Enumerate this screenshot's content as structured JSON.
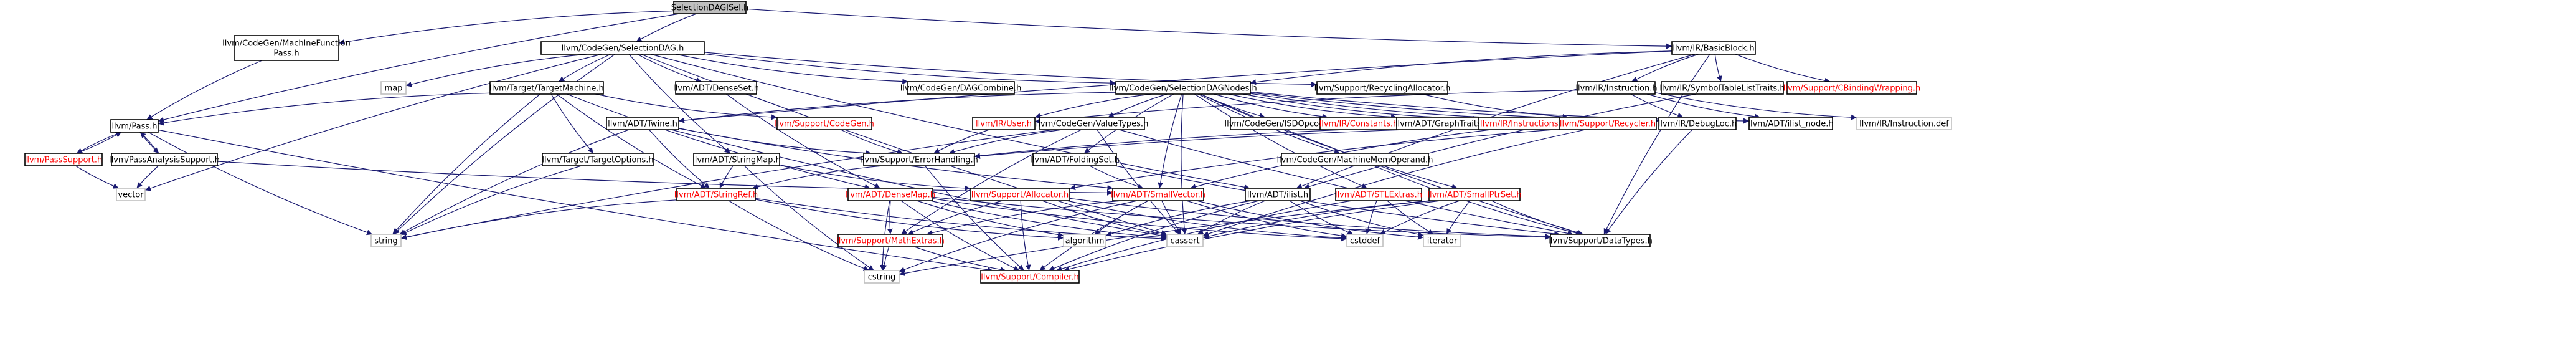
{
  "graph": {
    "arrow_color": "#191970",
    "nodes": [
      {
        "id": "root",
        "label": "SelectionDAGISel.h",
        "style": "root"
      },
      {
        "id": "mfp",
        "label": "llvm/CodeGen/MachineFunction\nPass.h",
        "style": "normal"
      },
      {
        "id": "sdag",
        "label": "llvm/CodeGen/SelectionDAG.h",
        "style": "normal"
      },
      {
        "id": "bb",
        "label": "llvm/IR/BasicBlock.h",
        "style": "normal"
      },
      {
        "id": "map",
        "label": "map",
        "style": "plain"
      },
      {
        "id": "tm",
        "label": "llvm/Target/TargetMachine.h",
        "style": "normal"
      },
      {
        "id": "dset",
        "label": "llvm/ADT/DenseSet.h",
        "style": "normal"
      },
      {
        "id": "dagc",
        "label": "llvm/CodeGen/DAGCombine.h",
        "style": "normal"
      },
      {
        "id": "sdn",
        "label": "llvm/CodeGen/SelectionDAGNodes.h",
        "style": "normal"
      },
      {
        "id": "ralloc",
        "label": "llvm/Support/RecyclingAllocator.h",
        "style": "normal"
      },
      {
        "id": "inst",
        "label": "llvm/IR/Instruction.h",
        "style": "normal"
      },
      {
        "id": "symw",
        "label": "llvm/IR/SymbolTableListTraits.h",
        "style": "normal"
      },
      {
        "id": "cbind",
        "label": "llvm/Support/CBindingWrapping.h",
        "style": "red"
      },
      {
        "id": "pass",
        "label": "llvm/Pass.h",
        "style": "normal"
      },
      {
        "id": "twine",
        "label": "llvm/ADT/Twine.h",
        "style": "normal"
      },
      {
        "id": "cgen",
        "label": "llvm/Support/CodeGen.h",
        "style": "red"
      },
      {
        "id": "user",
        "label": "llvm/IR/User.h",
        "style": "red"
      },
      {
        "id": "vt",
        "label": "llvm/CodeGen/ValueTypes.h",
        "style": "normal"
      },
      {
        "id": "isd",
        "label": "llvm/CodeGen/ISDOpcodes.h",
        "style": "normal"
      },
      {
        "id": "consts",
        "label": "llvm/IR/Constants.h",
        "style": "red"
      },
      {
        "id": "gtraits",
        "label": "llvm/ADT/GraphTraits.h",
        "style": "normal"
      },
      {
        "id": "instrs",
        "label": "llvm/IR/Instructions.h",
        "style": "red"
      },
      {
        "id": "recyc",
        "label": "llvm/Support/Recycler.h",
        "style": "red"
      },
      {
        "id": "dloc",
        "label": "llvm/IR/DebugLoc.h",
        "style": "normal"
      },
      {
        "id": "ilnode",
        "label": "llvm/ADT/ilist_node.h",
        "style": "normal"
      },
      {
        "id": "idef",
        "label": "llvm/IR/Instruction.def",
        "style": "plain"
      },
      {
        "id": "psup",
        "label": "llvm/PassSupport.h",
        "style": "red"
      },
      {
        "id": "pasup",
        "label": "llvm/PassAnalysisSupport.h",
        "style": "normal"
      },
      {
        "id": "topt",
        "label": "llvm/Target/TargetOptions.h",
        "style": "normal"
      },
      {
        "id": "smap",
        "label": "llvm/ADT/StringMap.h",
        "style": "normal"
      },
      {
        "id": "errh",
        "label": "llvm/Support/ErrorHandling.h",
        "style": "normal"
      },
      {
        "id": "fset",
        "label": "llvm/ADT/FoldingSet.h",
        "style": "normal"
      },
      {
        "id": "mmo",
        "label": "llvm/CodeGen/MachineMemOperand.h",
        "style": "normal"
      },
      {
        "id": "vector",
        "label": "vector",
        "style": "plain"
      },
      {
        "id": "sref",
        "label": "llvm/ADT/StringRef.h",
        "style": "red"
      },
      {
        "id": "dmap",
        "label": "llvm/ADT/DenseMap.h",
        "style": "red"
      },
      {
        "id": "alloc",
        "label": "llvm/Support/Allocator.h",
        "style": "red"
      },
      {
        "id": "svec",
        "label": "llvm/ADT/SmallVector.h",
        "style": "red"
      },
      {
        "id": "ilist",
        "label": "llvm/ADT/ilist.h",
        "style": "normal"
      },
      {
        "id": "stlx",
        "label": "llvm/ADT/STLExtras.h",
        "style": "red"
      },
      {
        "id": "sptr",
        "label": "llvm/ADT/SmallPtrSet.h",
        "style": "red"
      },
      {
        "id": "string",
        "label": "string",
        "style": "plain"
      },
      {
        "id": "mext",
        "label": "llvm/Support/MathExtras.h",
        "style": "red"
      },
      {
        "id": "algo",
        "label": "algorithm",
        "style": "plain"
      },
      {
        "id": "cassert",
        "label": "cassert",
        "style": "plain"
      },
      {
        "id": "cstddef",
        "label": "cstddef",
        "style": "plain"
      },
      {
        "id": "iter",
        "label": "iterator",
        "style": "plain"
      },
      {
        "id": "dtypes",
        "label": "llvm/Support/DataTypes.h",
        "style": "normal"
      },
      {
        "id": "cstring",
        "label": "cstring",
        "style": "plain"
      },
      {
        "id": "comp",
        "label": "llvm/Support/Compiler.h",
        "style": "red"
      }
    ],
    "edges": [
      [
        "root",
        "mfp"
      ],
      [
        "root",
        "sdag"
      ],
      [
        "root",
        "bb"
      ],
      [
        "root",
        "pass"
      ],
      [
        "mfp",
        "pass"
      ],
      [
        "sdag",
        "map"
      ],
      [
        "sdag",
        "tm"
      ],
      [
        "sdag",
        "dset"
      ],
      [
        "sdag",
        "dagc"
      ],
      [
        "sdag",
        "sdn"
      ],
      [
        "sdag",
        "ralloc"
      ],
      [
        "sdag",
        "smap"
      ],
      [
        "sdag",
        "string"
      ],
      [
        "sdag",
        "vector"
      ],
      [
        "sdag",
        "cassert"
      ],
      [
        "sdag",
        "ilist"
      ],
      [
        "bb",
        "sdn"
      ],
      [
        "bb",
        "inst"
      ],
      [
        "bb",
        "symw"
      ],
      [
        "bb",
        "cbind"
      ],
      [
        "bb",
        "dtypes"
      ],
      [
        "bb",
        "twine"
      ],
      [
        "bb",
        "ilist"
      ],
      [
        "tm",
        "pass"
      ],
      [
        "tm",
        "cgen"
      ],
      [
        "tm",
        "topt"
      ],
      [
        "tm",
        "sref"
      ],
      [
        "tm",
        "dmap"
      ],
      [
        "tm",
        "string"
      ],
      [
        "dset",
        "dmap"
      ],
      [
        "sdn",
        "twine"
      ],
      [
        "sdn",
        "vt"
      ],
      [
        "sdn",
        "isd"
      ],
      [
        "sdn",
        "consts"
      ],
      [
        "sdn",
        "gtraits"
      ],
      [
        "sdn",
        "instrs"
      ],
      [
        "sdn",
        "recyc"
      ],
      [
        "sdn",
        "dloc"
      ],
      [
        "sdn",
        "ilnode"
      ],
      [
        "sdn",
        "fset"
      ],
      [
        "sdn",
        "mmo"
      ],
      [
        "sdn",
        "user"
      ],
      [
        "sdn",
        "svec"
      ],
      [
        "sdn",
        "stlx"
      ],
      [
        "sdn",
        "sptr"
      ],
      [
        "sdn",
        "cassert"
      ],
      [
        "sdn",
        "dtypes"
      ],
      [
        "ralloc",
        "recyc"
      ],
      [
        "inst",
        "user"
      ],
      [
        "inst",
        "dloc"
      ],
      [
        "inst",
        "ilnode"
      ],
      [
        "inst",
        "idef"
      ],
      [
        "symw",
        "ilist"
      ],
      [
        "pass",
        "psup"
      ],
      [
        "pass",
        "pasup"
      ],
      [
        "pass",
        "string"
      ],
      [
        "pass",
        "comp"
      ],
      [
        "psup",
        "pass"
      ],
      [
        "psup",
        "vector"
      ],
      [
        "pasup",
        "pass"
      ],
      [
        "pasup",
        "vector"
      ],
      [
        "pasup",
        "svec"
      ],
      [
        "twine",
        "errh"
      ],
      [
        "twine",
        "sref"
      ],
      [
        "twine",
        "string"
      ],
      [
        "twine",
        "cassert"
      ],
      [
        "twine",
        "svec"
      ],
      [
        "cgen",
        "errh"
      ],
      [
        "user",
        "errh"
      ],
      [
        "vt",
        "errh"
      ],
      [
        "vt",
        "mext"
      ],
      [
        "vt",
        "cassert"
      ],
      [
        "vt",
        "string"
      ],
      [
        "vt",
        "dtypes"
      ],
      [
        "recyc",
        "errh"
      ],
      [
        "recyc",
        "alloc"
      ],
      [
        "recyc",
        "cassert"
      ],
      [
        "instrs",
        "svec"
      ],
      [
        "instrs",
        "errh"
      ],
      [
        "dloc",
        "dtypes"
      ],
      [
        "topt",
        "string"
      ],
      [
        "smap",
        "sref"
      ],
      [
        "smap",
        "alloc"
      ],
      [
        "smap",
        "cstring"
      ],
      [
        "errh",
        "sref"
      ],
      [
        "errh",
        "comp"
      ],
      [
        "fset",
        "svec"
      ],
      [
        "fset",
        "dtypes"
      ],
      [
        "mmo",
        "dtypes"
      ],
      [
        "sref",
        "string"
      ],
      [
        "sref",
        "cassert"
      ],
      [
        "sref",
        "algo"
      ],
      [
        "sref",
        "cstring"
      ],
      [
        "dmap",
        "mext"
      ],
      [
        "dmap",
        "algo"
      ],
      [
        "dmap",
        "cassert"
      ],
      [
        "dmap",
        "cstddef"
      ],
      [
        "dmap",
        "cstring"
      ],
      [
        "dmap",
        "dtypes"
      ],
      [
        "dmap",
        "comp"
      ],
      [
        "alloc",
        "mext"
      ],
      [
        "alloc",
        "cassert"
      ],
      [
        "alloc",
        "cstddef"
      ],
      [
        "alloc",
        "comp"
      ],
      [
        "alloc",
        "dtypes"
      ],
      [
        "svec",
        "mext"
      ],
      [
        "svec",
        "algo"
      ],
      [
        "svec",
        "cassert"
      ],
      [
        "svec",
        "cstddef"
      ],
      [
        "svec",
        "cstring"
      ],
      [
        "svec",
        "iter"
      ],
      [
        "svec",
        "comp"
      ],
      [
        "ilist",
        "algo"
      ],
      [
        "ilist",
        "cassert"
      ],
      [
        "ilist",
        "cstddef"
      ],
      [
        "ilist",
        "iter"
      ],
      [
        "ilist",
        "comp"
      ],
      [
        "stlx",
        "cstddef"
      ],
      [
        "stlx",
        "iter"
      ],
      [
        "stlx",
        "comp"
      ],
      [
        "sptr",
        "cassert"
      ],
      [
        "sptr",
        "cstddef"
      ],
      [
        "sptr",
        "cstring"
      ],
      [
        "sptr",
        "iter"
      ],
      [
        "sptr",
        "comp"
      ],
      [
        "sptr",
        "dtypes"
      ],
      [
        "mext",
        "cstring"
      ],
      [
        "mext",
        "comp"
      ]
    ]
  }
}
